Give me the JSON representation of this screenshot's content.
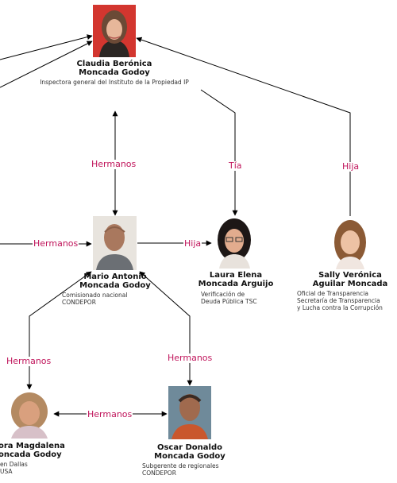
{
  "people": {
    "claudia": {
      "name_line1": "Claudia Berónica",
      "name_line2": "Moncada Godoy",
      "role_lines": [
        "Inspectora general del Instituto de la Propiedad IP"
      ]
    },
    "mario": {
      "name_line1": "Mario Antonio",
      "name_line2": "Moncada Godoy",
      "role_lines": [
        "Comisionado nacional",
        "CONDEPOR"
      ]
    },
    "laura": {
      "name_line1": "Laura Elena",
      "name_line2": "Moncada Arguijo",
      "role_lines": [
        "Verificación de",
        "Deuda Pública TSC"
      ]
    },
    "sally": {
      "name_line1": "Sally Verónica",
      "name_line2": "Aguilar Moncada",
      "role_lines": [
        "Oficial de Transparencia",
        "Secretaría de Transparencia",
        "y Lucha contra la Corrupción"
      ]
    },
    "dora": {
      "name_line1": "ora Magdalena",
      "name_line2": "oncada Godoy",
      "role_lines": [
        "en Dallas",
        "USA"
      ]
    },
    "oscar": {
      "name_line1": "Oscar Donaldo",
      "name_line2": "Moncada Godoy",
      "role_lines": [
        "Subgerente de regionales",
        "CONDEPOR"
      ]
    }
  },
  "relations": {
    "claudia_mario": "Hermanos",
    "laura_claudia": "Tía",
    "sally_claudia": "Hija",
    "left_mario": "Hermanos",
    "mario_laura": "Hija",
    "dora_mario": "Hermanos",
    "oscar_mario": "Hermanos",
    "dora_oscar": "Hermanos"
  }
}
